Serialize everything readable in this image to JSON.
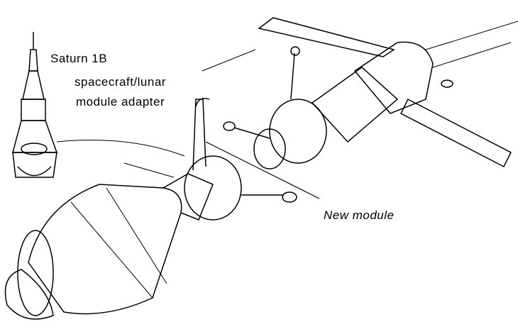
{
  "labels": {
    "rocket": "Saturn 1B",
    "adapter_line1": "spacecraft/lunar",
    "adapter_line2": "module adapter",
    "new_module": "New module"
  }
}
